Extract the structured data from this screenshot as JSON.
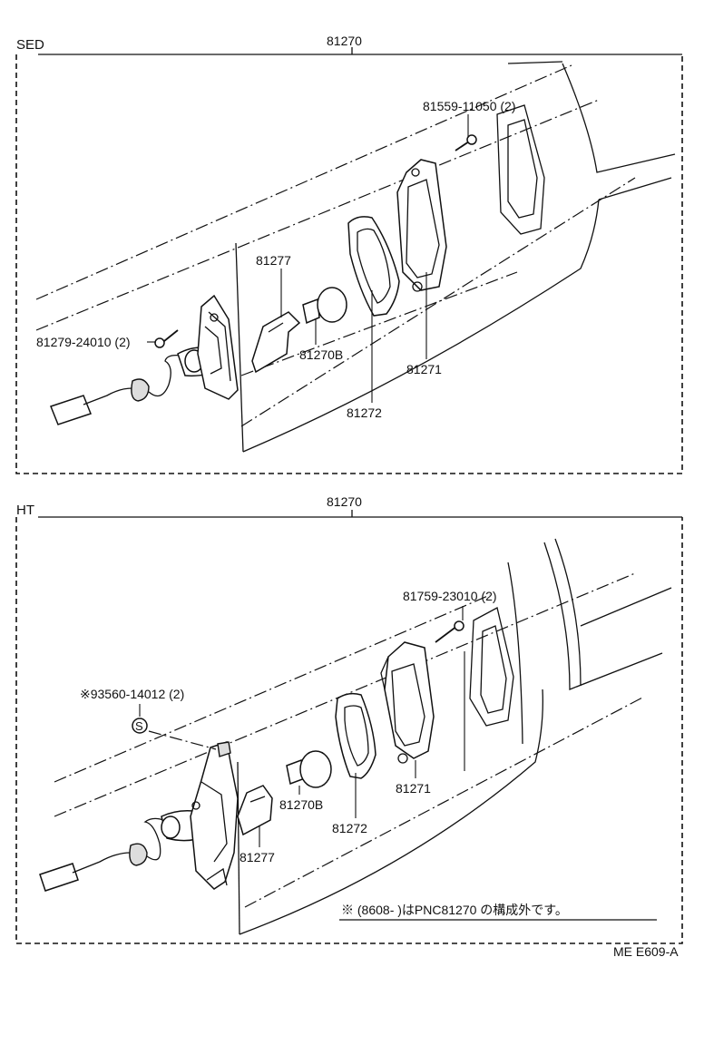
{
  "sed": {
    "section_label": "SED",
    "assembly_no": "81270",
    "labels": {
      "screw_upper": "81559-11050 (2)",
      "screw_left": "81279-24010 (2)",
      "cover": "81277",
      "bulb": "81270B",
      "gasket": "81272",
      "lens": "81271"
    }
  },
  "ht": {
    "section_label": "HT",
    "assembly_no": "81270",
    "labels": {
      "screw_upper": "81759-23010 (2)",
      "screw_left": "※93560-14012 (2)",
      "s_mark": "S",
      "bulb": "81270B",
      "gasket": "81272",
      "lens": "81271",
      "cover": "81277"
    },
    "note": "※ (8608-        )はPNC81270 の構成外です。"
  },
  "drawing_code": "ME E609-A"
}
